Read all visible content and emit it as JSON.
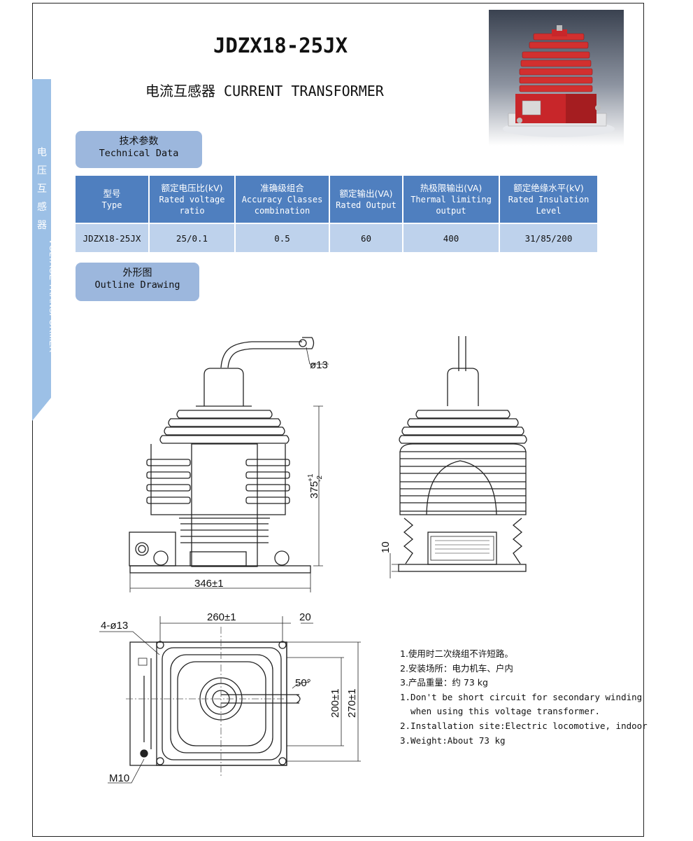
{
  "side_label": {
    "cn": [
      "电",
      "压",
      "互",
      "感",
      "器"
    ],
    "en": "VOLTAGE TRANSFORMER"
  },
  "model_title": "JDZX18-25JX",
  "subtitle": "电流互感器 CURRENT TRANSFORMER",
  "tech_section": {
    "cn": "技术参数",
    "en": "Technical Data"
  },
  "outline_section": {
    "cn": "外形图",
    "en": "Outline Drawing"
  },
  "table": {
    "headers": [
      {
        "cn": "型号",
        "en": "Type"
      },
      {
        "cn": "额定电压比(kV)",
        "en": "Rated voltage ratio"
      },
      {
        "cn": "准确级组合",
        "en": "Accuracy Classes combination"
      },
      {
        "cn": "额定输出(VA)",
        "en": "Rated Output"
      },
      {
        "cn": "热极限输出(VA)",
        "en": "Thermal limiting output"
      },
      {
        "cn": "额定绝缘水平(kV)",
        "en": "Rated Insulation Level"
      }
    ],
    "row": [
      "JDZX18-25JX",
      "25/0.1",
      "0.5",
      "60",
      "400",
      "31/85/200"
    ]
  },
  "dimensions": {
    "hole": "ø13",
    "height": "375",
    "height_tol_top": "+1",
    "height_tol_bottom": "-2",
    "width": "346±1",
    "base_offset": "10",
    "bolt_spacing": "260±1",
    "edge": "20",
    "mount_holes": "4-ø13",
    "angle": "50°",
    "inner_depth": "200±1",
    "outer_depth": "270±1",
    "ground": "M10"
  },
  "notes": [
    "1.使用时二次绕组不许短路。",
    "2.安装场所：电力机车、户内",
    "3.产品重量：约 73 kg",
    "1.Don't be short circuit for secondary winding",
    "  when using this voltage transformer.",
    "2.Installation site:Electric locomotive, indoor",
    "3.Weight:About 73 kg"
  ],
  "colors": {
    "header_blue": "#4f7fbf",
    "row_blue": "#bed2ec",
    "pill_blue": "#9cb7dd",
    "product_red": "#c8262a"
  }
}
